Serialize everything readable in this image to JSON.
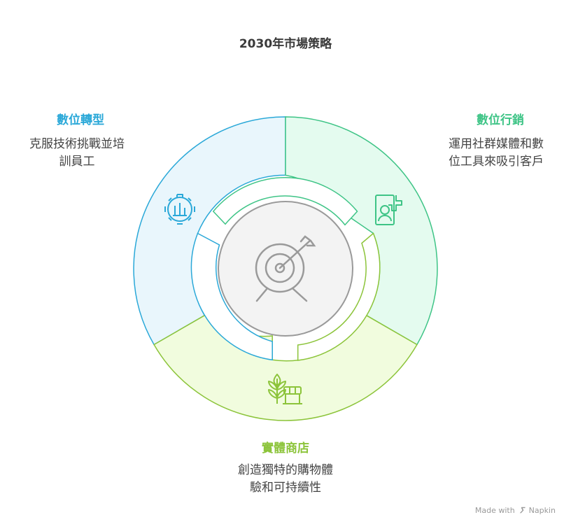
{
  "title": "2030年市場策略",
  "segments": [
    {
      "key": "digital-transformation",
      "title": "數位轉型",
      "desc": [
        "克服技術挑戰並培",
        "訓員工"
      ],
      "stroke": "#2aa8d8",
      "fill": "#e9f6fc",
      "text_color": "#2aa8d8",
      "icon": "gear-chart-icon"
    },
    {
      "key": "digital-marketing",
      "title": "數位行銷",
      "desc": [
        "運用社群媒體和數",
        "位工具來吸引客戶"
      ],
      "stroke": "#3ec486",
      "fill": "#e4fbef",
      "text_color": "#3ec486",
      "icon": "user-plus-icon"
    },
    {
      "key": "physical-stores",
      "title": "實體商店",
      "desc": [
        "創造獨特的購物體",
        "驗和可持續性"
      ],
      "stroke": "#8cc43a",
      "fill": "#f1fcde",
      "text_color": "#8cc43a",
      "icon": "plant-shop-icon"
    }
  ],
  "center": {
    "icon": "target-arrow-icon"
  },
  "footer": {
    "text_before": "Made with",
    "brand": "Napkin"
  }
}
